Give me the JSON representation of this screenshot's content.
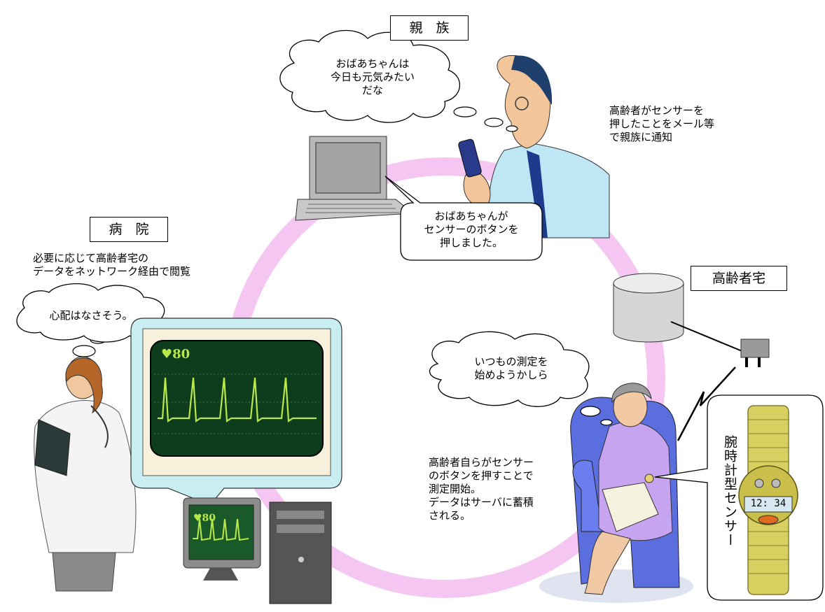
{
  "labels": {
    "relatives": "親　族",
    "hospital": "病　院",
    "elderly_home": "高齢者宅"
  },
  "notes": {
    "relatives_note": "高齢者がセンサーを\n押したことをメール等\nで親族に通知",
    "hospital_note": "必要に応じて高齢者宅の\nデータをネットワーク経由で閲覧",
    "elderly_note": "高齢者自らがセンサー\nのボタンを押すことで\n測定開始。\nデータはサーバに蓄積\nされる。"
  },
  "bubbles": {
    "relative_thought": "おばあちゃんは\n今日も元気みたい\nだな",
    "laptop_message": "おばあちゃんが\nセンサーのボタンを\n押しました。",
    "doctor_thought": "心配はなさそう。",
    "elderly_thought": "いつもの測定を\n始めようかしら"
  },
  "monitor": {
    "heart_rate": "♥80",
    "small_rate": "♥80"
  },
  "watch": {
    "time": "12: 34",
    "caption": "腕時計型センサー"
  },
  "colors": {
    "ring": "#f5c6f2",
    "monitor_bg": "#0d3d1c",
    "ecg": "#b8e84a",
    "chair": "#5a6ee0",
    "dress": "#c7a4f0"
  },
  "icons": [
    "cloud-bubble",
    "laptop-icon",
    "server-cylinder-icon",
    "sensor-plug-icon",
    "watch-icon",
    "pc-monitor-icon",
    "ecg-monitor-icon"
  ]
}
